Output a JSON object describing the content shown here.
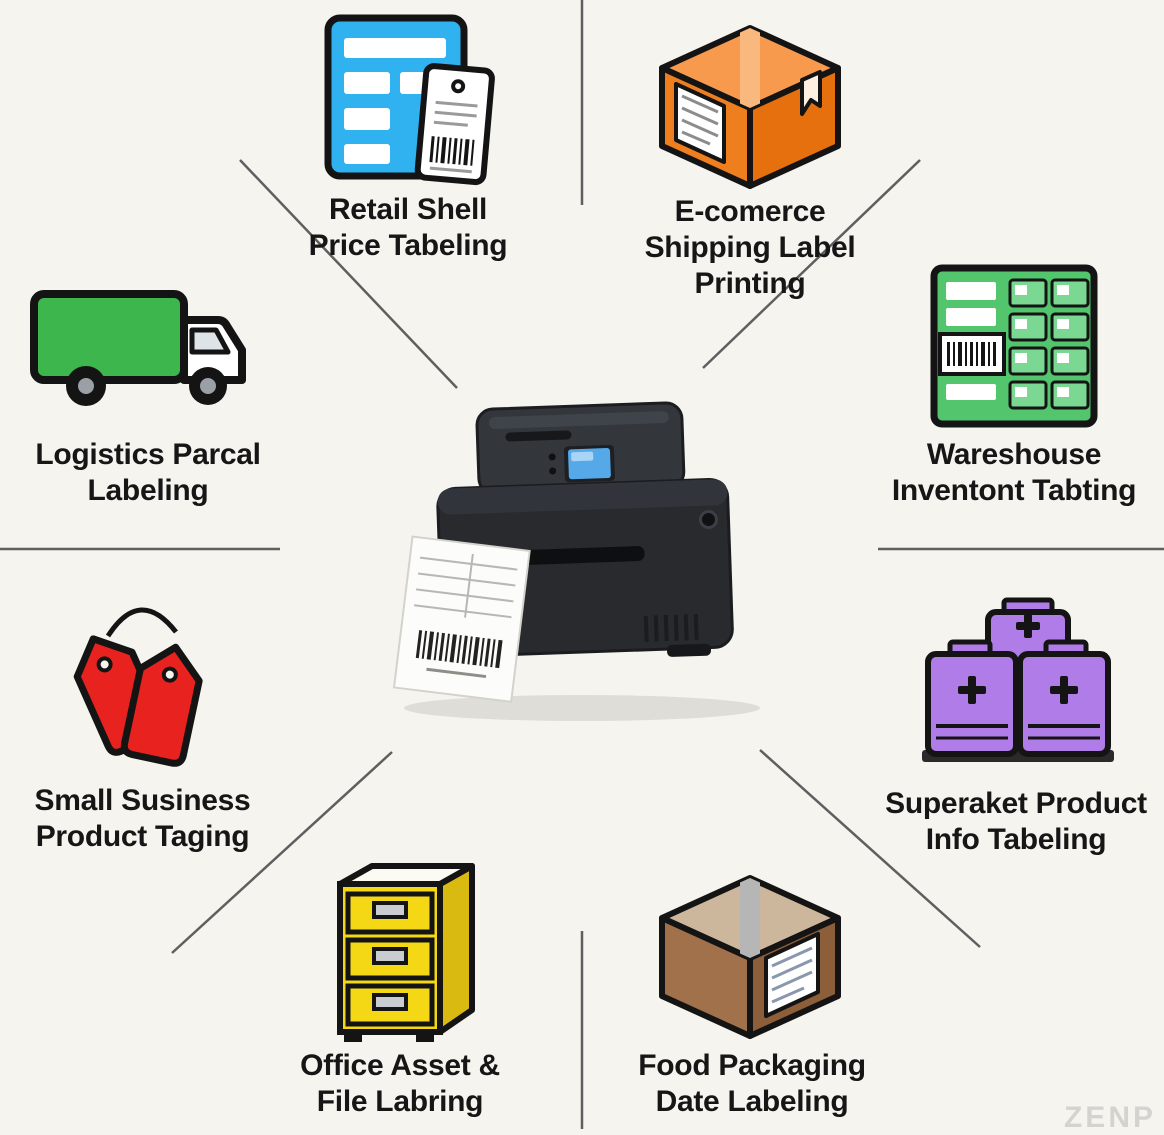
{
  "items": {
    "retail": {
      "line1": "Retail Shell",
      "line2": "Price Tabeling"
    },
    "ecommerce": {
      "line1": "E-comerce",
      "line2": "Shipping Label",
      "line3": "Printing"
    },
    "logistics": {
      "line1": "Logistics Parcal",
      "line2": "Labeling"
    },
    "warehouse": {
      "line1": "Wareshouse",
      "line2": "Inventont Tabting"
    },
    "smallbiz": {
      "line1": "Small Susiness",
      "line2": "Product Taging"
    },
    "supermarket": {
      "line1": "Superaket Product",
      "line2": "Info Tabeling"
    },
    "office": {
      "line1": "Office Asset &",
      "line2": "File Labring"
    },
    "food": {
      "line1": "Food Packaging",
      "line2": "Date Labeling"
    }
  },
  "watermark": "ZENP",
  "colors": {
    "background": "#f6f4ef",
    "line": "#5f5f5f",
    "text": "#161616",
    "retail_blue": "#2fb2ef",
    "box_orange_top": "#f79a4e",
    "box_orange": "#ef7e1f",
    "box_orange_side": "#e66f0e",
    "truck_green": "#3cb64d",
    "warehouse_green": "#52c56d",
    "warehouse_box": "#7ad892",
    "tag_red": "#e8221f",
    "jar_purple": "#b07ce8",
    "cabinet_yellow": "#f4d816",
    "cabinet_side": "#d9ba10",
    "box_brown_top": "#cdb79c",
    "box_brown": "#a0714a",
    "box_brown_side": "#8d5e3a",
    "printer_body": "#282a2e",
    "printer_lid": "#33363b",
    "printer_screen": "#56a9e8"
  }
}
